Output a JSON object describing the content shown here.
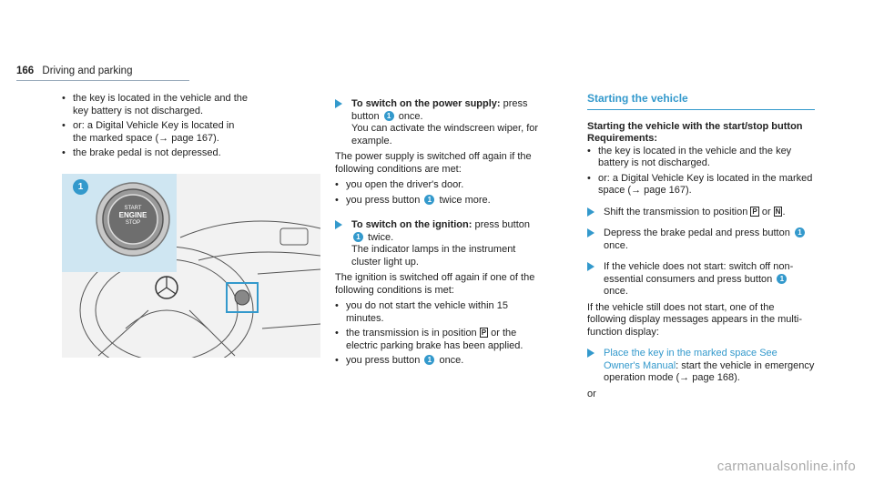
{
  "header": {
    "page_number": "166",
    "section": "Driving and parking"
  },
  "col1": {
    "bullets": [
      "the key is located in the vehicle and the key battery is not discharged.",
      "or: a Digital Vehicle Key is located in the marked space (→ page 167).",
      "the brake pedal is not depressed."
    ]
  },
  "illustration": {
    "badge": "1",
    "button_lines": [
      "START",
      "ENGINE",
      "STOP"
    ],
    "colors": {
      "inset": "#cfe6f2",
      "accent": "#3399cc"
    }
  },
  "col2": {
    "step1_bold": "To switch on the power supply:",
    "step1_text_a": " press button ",
    "step1_badge": "1",
    "step1_text_b": " once.",
    "step1_line2": "You can activate the windscreen wiper, for example.",
    "para1": "The power supply is switched off again if the following conditions are met:",
    "bullets1": {
      "b1": "you open the driver's door.",
      "b2_a": "you press button ",
      "b2_badge": "1",
      "b2_b": " twice more."
    },
    "step2_bold": "To switch on the ignition:",
    "step2_text_a": " press button ",
    "step2_badge": "1",
    "step2_text_b": " twice.",
    "step2_line2": "The indicator lamps in the instrument cluster light up.",
    "para2": "The ignition is switched off again if one of the following conditions is met:",
    "bullets2": {
      "b1": "you do not start the vehicle within 15 minutes.",
      "b2_a": "the transmission is in position ",
      "b2_symbol": "P",
      "b2_b": " or the electric parking brake has been applied.",
      "b3_a": "you press button ",
      "b3_badge": "1",
      "b3_b": " once."
    }
  },
  "col3": {
    "title": "Starting the vehicle",
    "subhead": "Starting the vehicle with the start/stop button",
    "requirements_label": "Requirements:",
    "bullets": [
      "the key is located in the vehicle and the key battery is not discharged.",
      "or: a Digital Vehicle Key is located in the marked space (→ page 167)."
    ],
    "step1_a": "Shift the transmission to position ",
    "step1_sym1": "P",
    "step1_or": " or ",
    "step1_sym2": "N",
    "step1_end": ".",
    "step2_a": "Depress the brake pedal and press button ",
    "step2_badge": "1",
    "step2_b": " once.",
    "step3_a": "If the vehicle does not start: switch off non-essential consumers and press button ",
    "step3_badge": "1",
    "step3_b": " once.",
    "para": "If the vehicle still does not start, one of the following display messages appears in the multi-function display:",
    "step4_link": "Place the key in the marked space See Owner's Manual",
    "step4_text": ": start the vehicle in emergency operation mode (→ page 168).",
    "or_text": "or"
  },
  "watermark": "carmanualsonline.info"
}
